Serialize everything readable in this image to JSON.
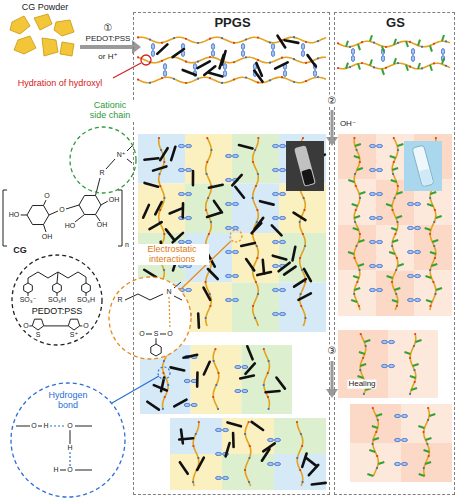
{
  "diagram": {
    "nodes": [
      {
        "text": [
          "PPGS"
        ]
      },
      {
        "text": [
          "GS"
        ]
      },
      {
        "text": [
          "Cationic side chain"
        ]
      },
      {
        "text": [
          "PEDOT:PSS"
        ]
      },
      {
        "text": [
          "Electrostatic interactions"
        ]
      },
      {
        "text": [
          "Hydrogen bond"
        ]
      }
    ],
    "labels": [
      "CG Powder",
      "①",
      "PEDOT:PSS",
      "or H⁺",
      "Hydration of hydroxyl",
      "CG",
      "②",
      "OH⁻",
      "③",
      "Healing",
      "HO",
      "OH",
      "O",
      "OH",
      "HO",
      "O",
      "OH",
      "n",
      "R",
      "N⁺",
      "SO₃⁻",
      "SO₃H",
      "SO₃H",
      "S",
      "S⁺",
      "O",
      "O",
      "R",
      "N",
      "S",
      "O",
      "O",
      "O",
      "H",
      "O",
      "H",
      "O",
      "H"
    ]
  }
}
